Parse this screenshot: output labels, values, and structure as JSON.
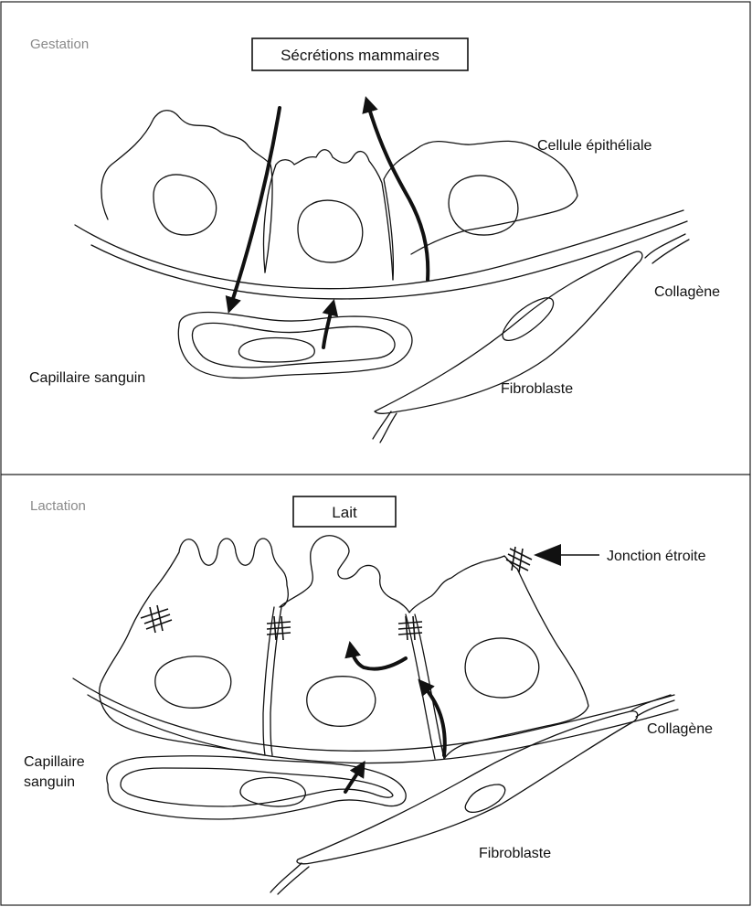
{
  "gestation": {
    "title": "Gestation",
    "box_label": "Sécrétions mammaires",
    "labels": {
      "epithelial_cell": "Cellule épithéliale",
      "collagen": "Collagène",
      "capillary": "Capillaire sanguin",
      "fibroblast": "Fibroblaste"
    }
  },
  "lactation": {
    "title": "Lactation",
    "box_label": "Lait",
    "labels": {
      "tight_junction": "Jonction étroite",
      "collagen": "Collagène",
      "capillary_line1": "Capillaire",
      "capillary_line2": "sanguin",
      "fibroblast": "Fibroblaste"
    }
  }
}
